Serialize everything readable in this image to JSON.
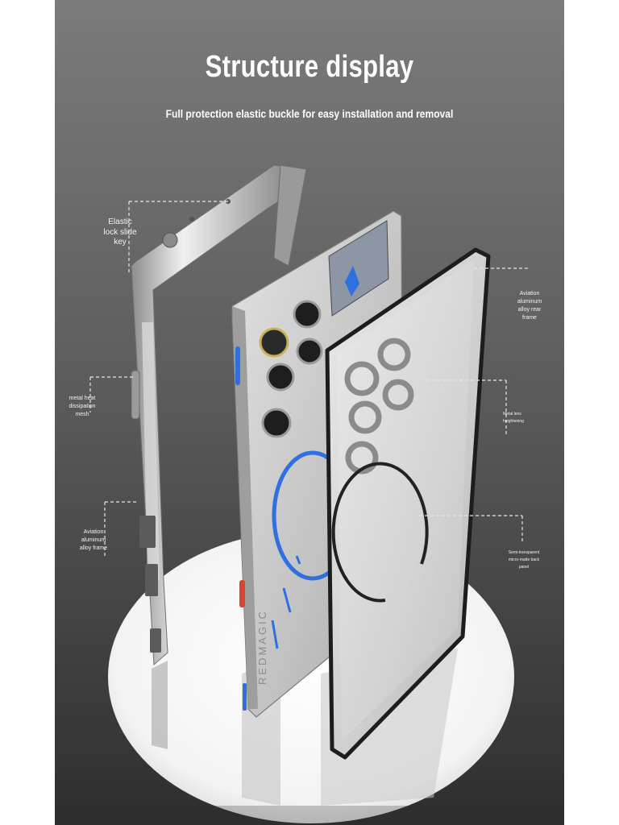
{
  "header": {
    "title": "Structure display",
    "subtitle": "Full protection elastic buckle for easy installation and removal"
  },
  "product": {
    "brand_engraving": "REDMAGIC",
    "accent_color": "#2f6fe0",
    "button_color": "#d9442f"
  },
  "labels": {
    "elastic_lock": "Elastic lock slide key",
    "heat_mesh": "metal heat dissipation mesh",
    "aviation_frame_left": "Aviation aluminum alloy frame",
    "aviation_rear_frame": "Aviation aluminum alloy rear frame",
    "lens_heightening": "Metal lens heightening",
    "back_panel": "Semi-transparent micro-matte back panel"
  }
}
